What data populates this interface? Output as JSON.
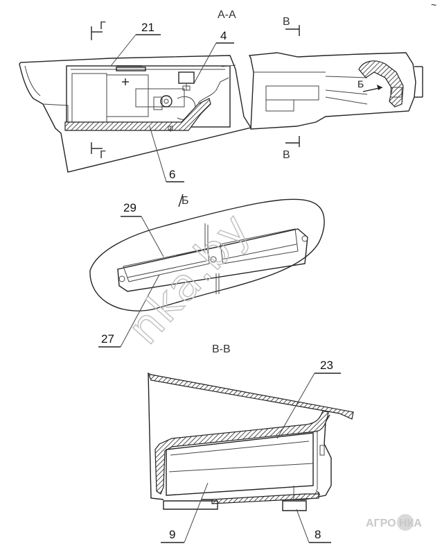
{
  "section_labels": {
    "aa": "А-А",
    "b_view": "Б",
    "vv": "В-В",
    "g_top": "Г",
    "g_bottom": "Г",
    "v_top": "В",
    "v_bottom": "В",
    "b_arrow": "Б"
  },
  "callouts": {
    "c21": "21",
    "c4": "4",
    "c6": "6",
    "c29": "29",
    "c27": "27",
    "c23": "23",
    "c9": "9",
    "c8": "8"
  },
  "watermark": "nka.by",
  "logo": "АГРО НКА",
  "corner_mark": "~"
}
